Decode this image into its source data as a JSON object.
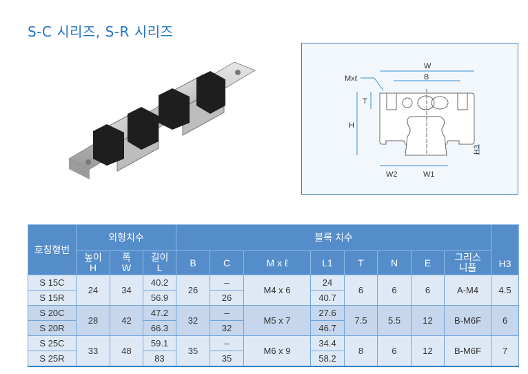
{
  "title": "S-C 시리즈, S-R 시리즈",
  "diagram": {
    "labels": {
      "W": "W",
      "B": "B",
      "M": "Mxℓ",
      "T": "T",
      "H": "H",
      "H3": "H3",
      "W2": "W2",
      "W1": "W1"
    }
  },
  "table": {
    "header": {
      "model": "호칭형번",
      "outer": "외형치수",
      "block": "블록 치수",
      "H": "높이\nH",
      "W": "폭\nW",
      "L": "길이\nL",
      "B": "B",
      "C": "C",
      "Mxl": "M x ℓ",
      "L1": "L1",
      "T": "T",
      "N": "N",
      "E": "E",
      "grease": "그리스\n니플",
      "H3": "H3"
    },
    "groups": [
      {
        "models": [
          "S 15C",
          "S 15R"
        ],
        "H": "24",
        "W": "34",
        "L": [
          "40.2",
          "56.9"
        ],
        "B": "26",
        "C": [
          "–",
          "26"
        ],
        "Mxl": "M4 x 6",
        "L1": [
          "24",
          "40.7"
        ],
        "T": "6",
        "N": "6",
        "E": "6",
        "grease": "A-M4",
        "H3": "4.5"
      },
      {
        "models": [
          "S 20C",
          "S 20R"
        ],
        "H": "28",
        "W": "42",
        "L": [
          "47.2",
          "66.3"
        ],
        "B": "32",
        "C": [
          "–",
          "32"
        ],
        "Mxl": "M5 x 7",
        "L1": [
          "27.6",
          "46.7"
        ],
        "T": "7.5",
        "N": "5.5",
        "E": "12",
        "grease": "B-M6F",
        "H3": "6"
      },
      {
        "models": [
          "S 25C",
          "S 25R"
        ],
        "H": "33",
        "W": "48",
        "L": [
          "59.1",
          "83"
        ],
        "B": "35",
        "C": [
          "–",
          "35"
        ],
        "Mxl": "M6 x 9",
        "L1": [
          "34.4",
          "58.2"
        ],
        "T": "8",
        "N": "6",
        "E": "12",
        "grease": "B-M6F",
        "H3": "7"
      }
    ]
  }
}
